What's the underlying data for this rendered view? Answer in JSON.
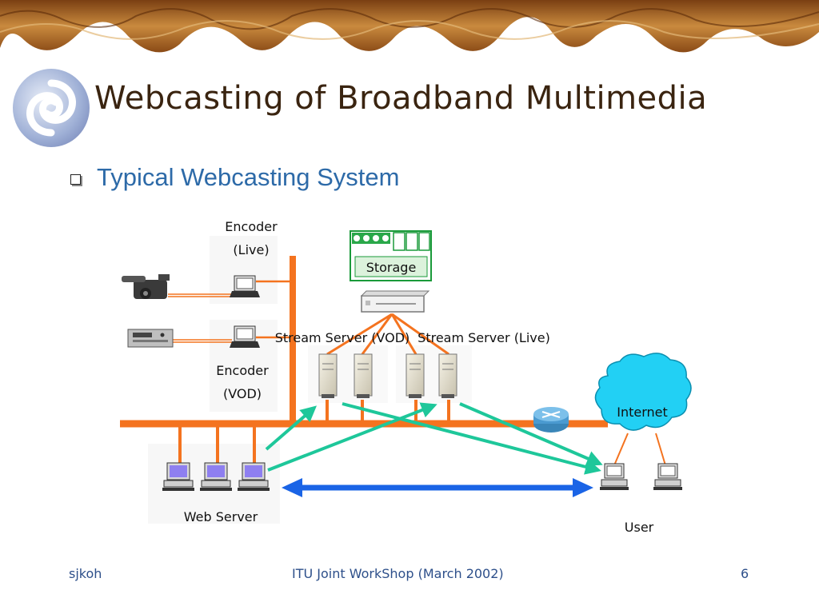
{
  "slide": {
    "title": "Webcasting of Broadband Multimedia",
    "subtitle": "Typical Webcasting System"
  },
  "diagram": {
    "encoder_live_line1": "Encoder",
    "encoder_live_line2": "(Live)",
    "encoder_vod_line1": "Encoder",
    "encoder_vod_line2": "(VOD)",
    "storage": "Storage",
    "stream_server_vod": "Stream Server (VOD)",
    "stream_server_live": "Stream Server (Live)",
    "internet": "Internet",
    "web_server": "Web Server",
    "user": "User"
  },
  "footer": {
    "left": "sjkoh",
    "center": "ITU Joint WorkShop (March 2002)",
    "page": "6"
  },
  "colors": {
    "network_line": "#f4731f",
    "green_arrow": "#1ec79a",
    "blue_arrow": "#1a64e6",
    "storage_border": "#1a9a3a",
    "internet_fill": "#22d0f4",
    "title": "#3a2410",
    "subtitle": "#2d6aa8"
  }
}
